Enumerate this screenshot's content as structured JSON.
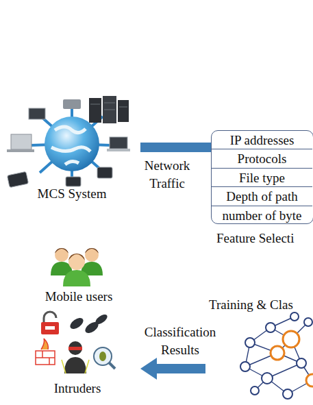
{
  "diagram": {
    "nodes": [
      {
        "text": [
          "MCS System"
        ]
      },
      {
        "text": [
          "Feature Selecti"
        ]
      },
      {
        "text": [
          "IP addresses"
        ],
        "in": 1
      },
      {
        "text": [
          "Protocols"
        ],
        "in": 1
      },
      {
        "text": [
          "File type"
        ],
        "in": 1
      },
      {
        "text": [
          "Depth of path"
        ],
        "in": 1
      },
      {
        "text": [
          "number of byte"
        ],
        "in": 1
      },
      {
        "text": [
          "Mobile users"
        ]
      },
      {
        "text": [
          "Training & Clas"
        ]
      },
      {
        "text": [
          "Intruders"
        ]
      }
    ],
    "edges": [
      {
        "from": 0,
        "to": 1,
        "label": "Network Traffic",
        "arrow": "none"
      },
      {
        "from": 8,
        "to": 9,
        "label": "Classification Results",
        "arrow": "to"
      }
    ]
  }
}
